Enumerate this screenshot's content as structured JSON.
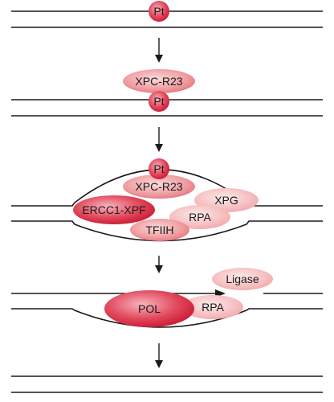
{
  "labels": {
    "pt": "Pt",
    "xpc": "XPC-R23",
    "ercc1": "ERCC1-XPF",
    "xpg": "XPG",
    "rpa": "RPA",
    "tfiih": "TFIIH",
    "ligase": "Ligase",
    "pol": "POL"
  },
  "colors": {
    "pale_pink": "#f6c4c4",
    "mid_pink": "#ec8f92",
    "deep_red": "#d8243c",
    "strand": "#1a1a1a"
  }
}
